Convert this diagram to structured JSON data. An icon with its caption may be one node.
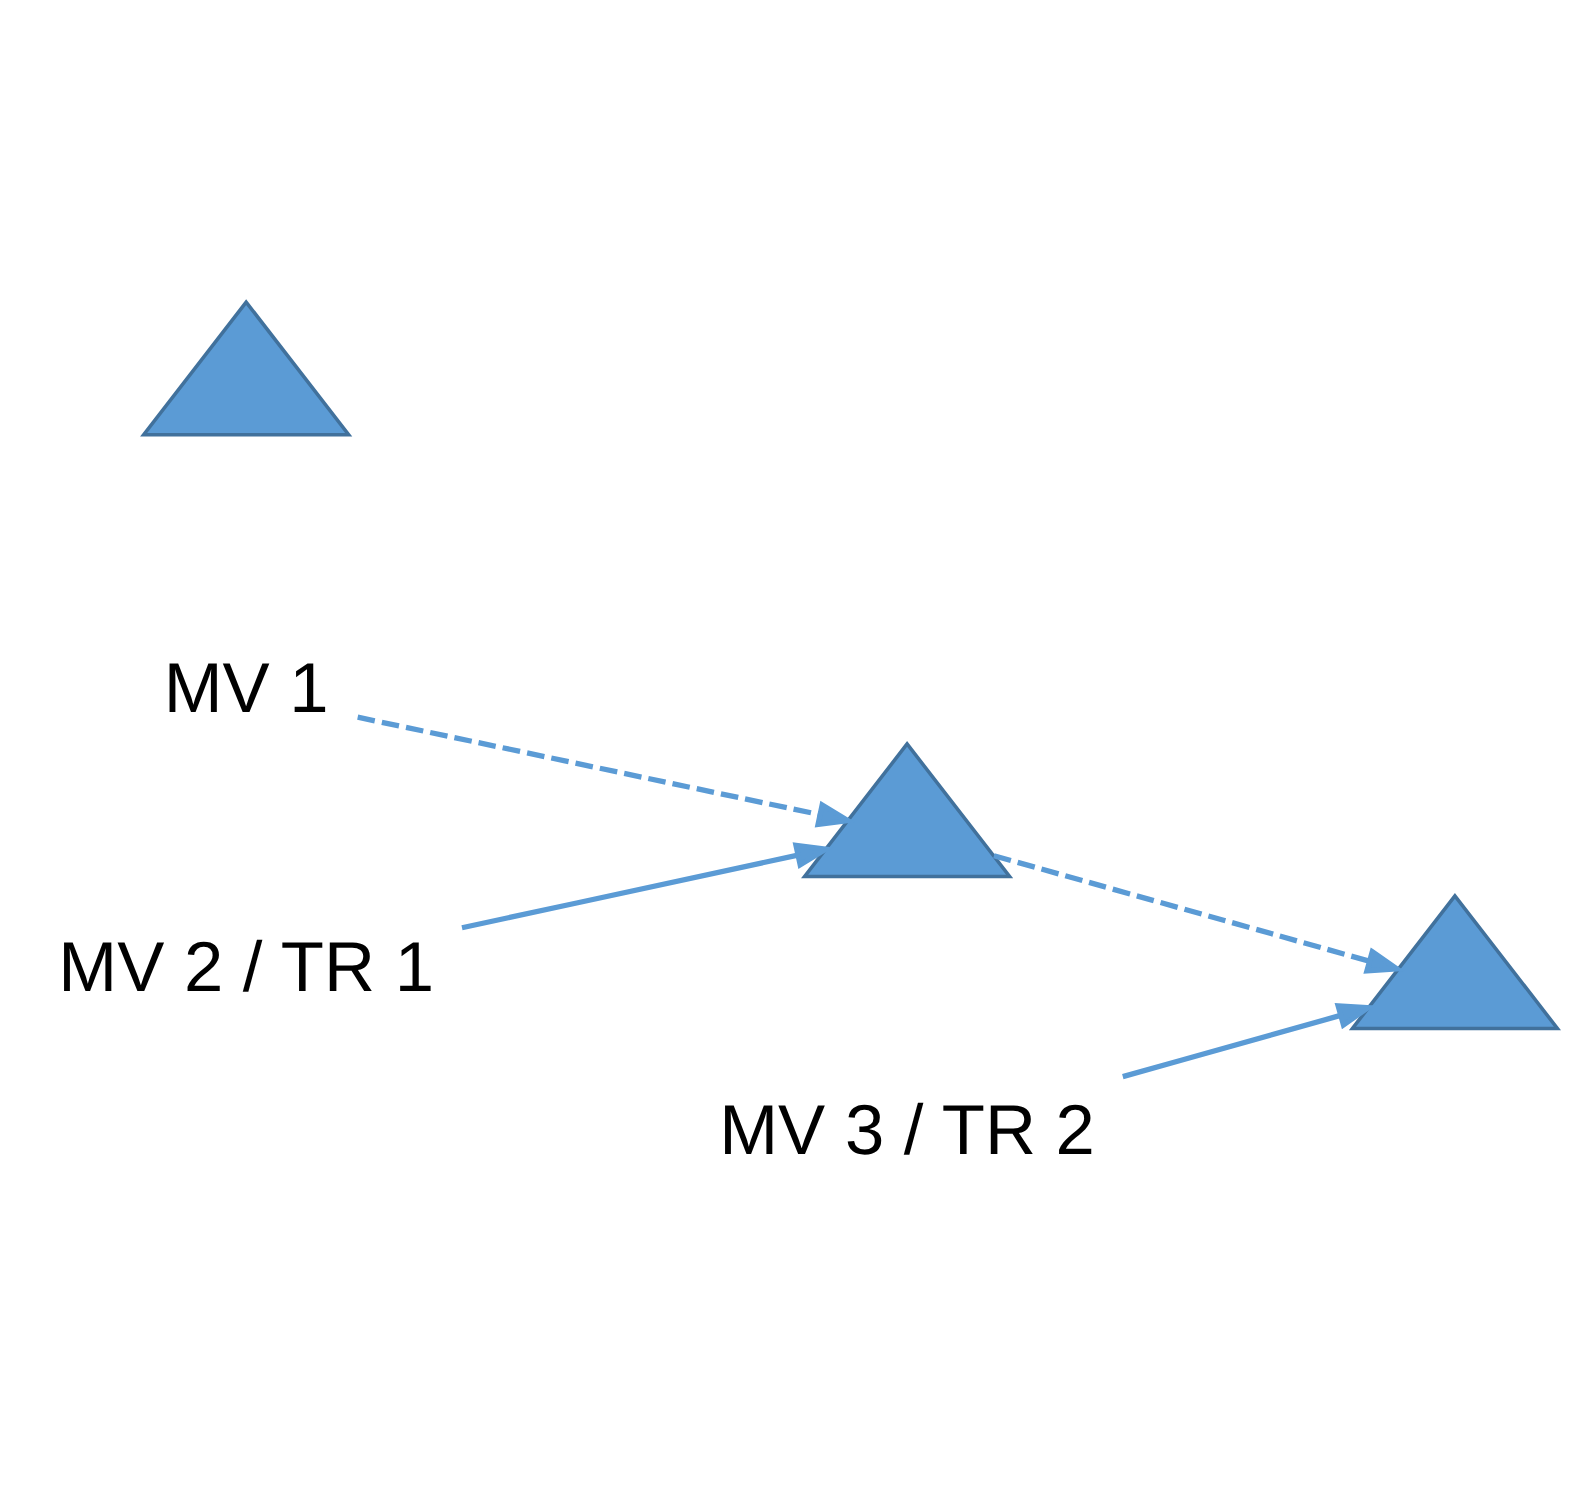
{
  "diagram": {
    "nodes": [
      {
        "text": [],
        "shape": "triangle"
      },
      {
        "text": [
          "MV 1"
        ]
      },
      {
        "text": [
          "MV 2 / TR 1"
        ]
      },
      {
        "text": [],
        "shape": "triangle"
      },
      {
        "text": [],
        "shape": "triangle"
      },
      {
        "text": [
          "MV 3 / TR 2"
        ]
      }
    ],
    "edges": [
      {
        "from": 1,
        "to": 3,
        "arrow": "to",
        "style": "dashed"
      },
      {
        "from": 2,
        "to": 3,
        "arrow": "to"
      },
      {
        "from": 3,
        "to": 4,
        "arrow": "to",
        "style": "dashed"
      },
      {
        "from": 5,
        "to": 4,
        "arrow": "to"
      }
    ]
  }
}
